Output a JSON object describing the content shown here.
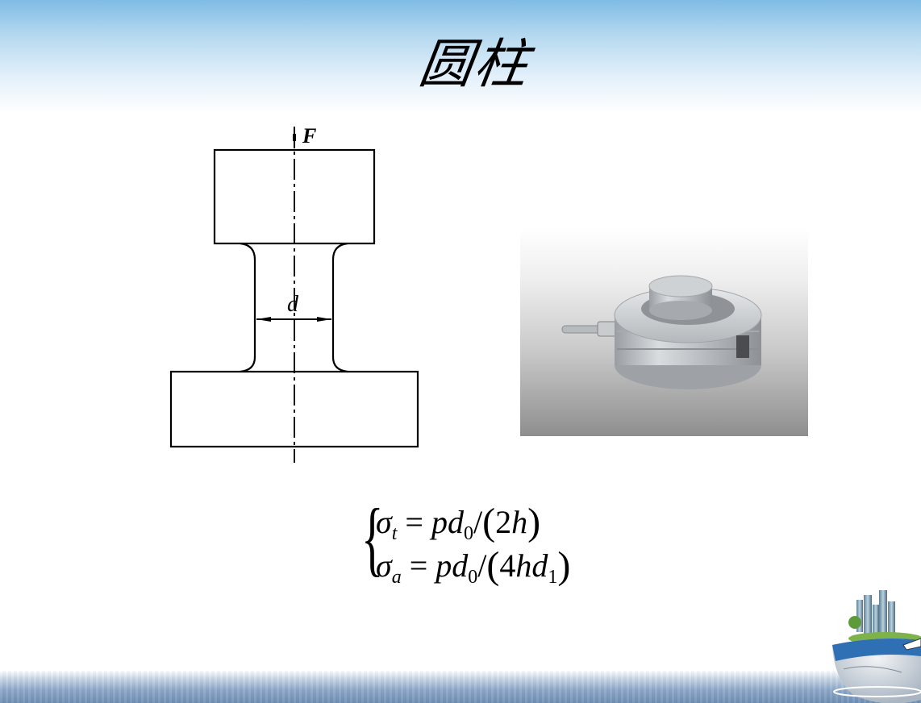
{
  "slide": {
    "title": "圆柱",
    "background_colors": {
      "top": "#7fbbe4",
      "bottom_sea": "#6f8fb6"
    }
  },
  "diagram": {
    "force_label": "F",
    "diameter_label": "d",
    "description": "Cylindrical column load cell cross-section: top block, narrow neck of diameter d with fillets, wide base, axial force F along center line"
  },
  "photo": {
    "description": "Stainless steel ring/column type load cell with cable gland",
    "alt": "load cell photo"
  },
  "formula": {
    "line1": {
      "lhs": "σ",
      "lhs_sub": "t",
      "eq": "=",
      "rhs_a": "pd",
      "rhs_sub": "0",
      "slash": "/",
      "open": "(",
      "num": "2",
      "var": "h",
      "var_sub": "",
      "close": ")"
    },
    "line2": {
      "lhs": "σ",
      "lhs_sub": "a",
      "eq": "=",
      "rhs_a": "pd",
      "rhs_sub": "0",
      "slash": "/",
      "open": "(",
      "num": "4",
      "var": "hd",
      "var_sub": "1",
      "close": ")"
    },
    "brace": "{"
  },
  "decoration": {
    "globe": "globe-with-city-icon"
  }
}
